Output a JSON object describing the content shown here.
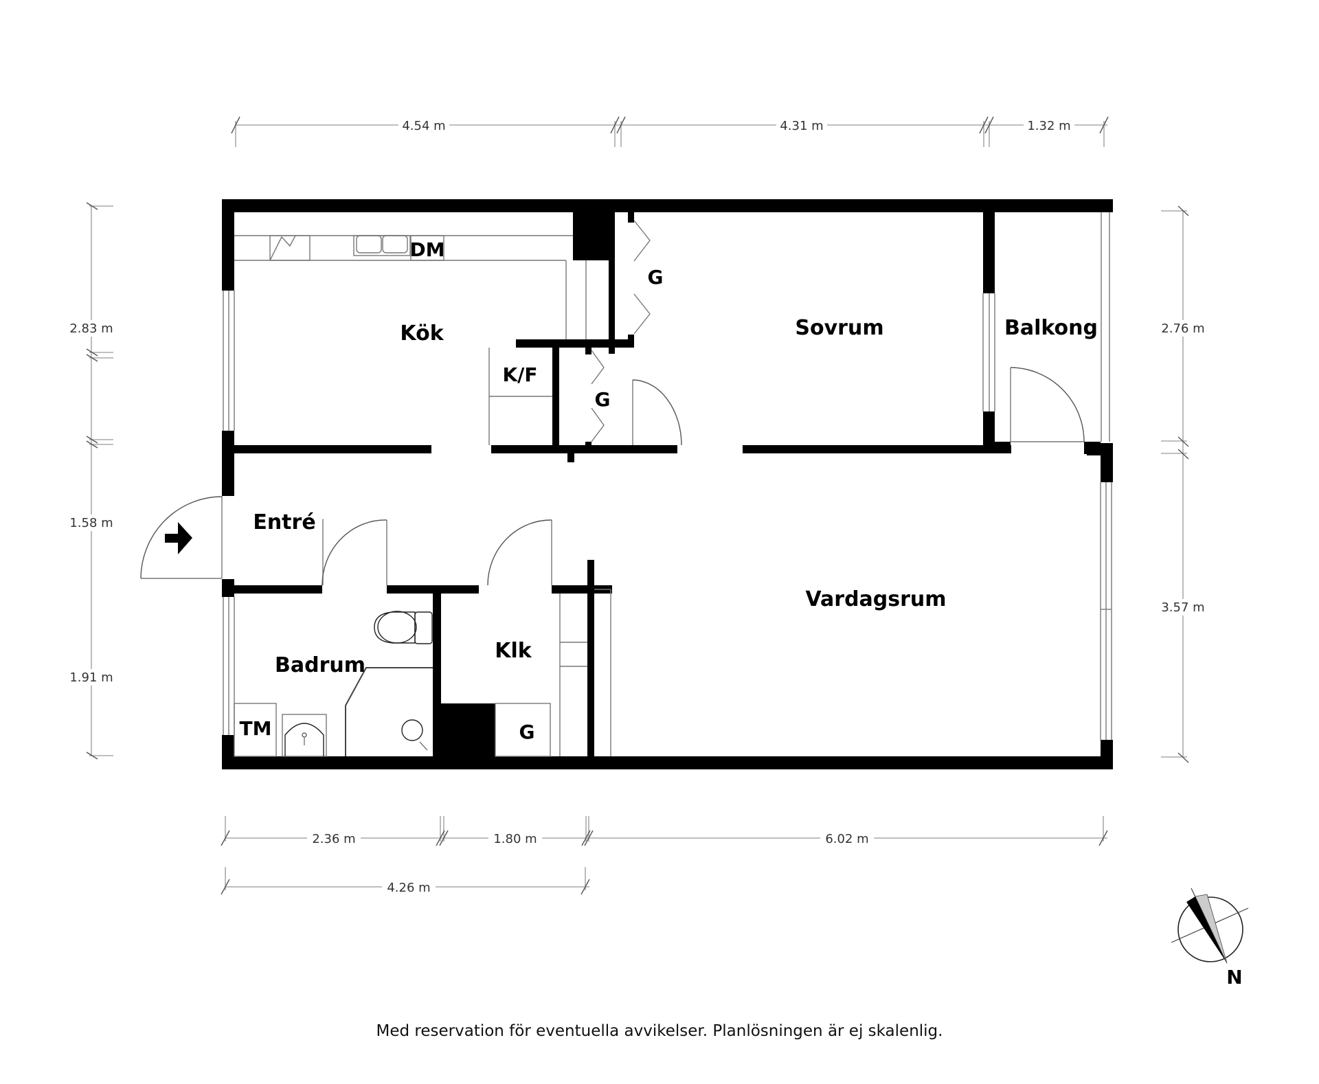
{
  "floorplan": {
    "rooms": {
      "kok": "Kök",
      "sovrum": "Sovrum",
      "balkong": "Balkong",
      "entre": "Entré",
      "vardagsrum": "Vardagsrum",
      "badrum": "Badrum",
      "klk": "Klk",
      "garderob_kitchen_top": "G",
      "garderob_kitchen_mid": "G",
      "garderob_klk": "G",
      "kyl_frys": "K/F",
      "diskmaskin": "DM",
      "tvattmaskin": "TM"
    },
    "dimensions": {
      "top": [
        "4.54 m",
        "4.31 m",
        "1.32 m"
      ],
      "bottom": [
        "2.36 m",
        "1.80 m",
        "6.02 m"
      ],
      "bottom_total": "4.26 m",
      "left": [
        "2.83 m",
        "1.58 m",
        "1.91 m"
      ],
      "right": [
        "2.76 m",
        "3.57 m"
      ]
    },
    "compass": {
      "label": "N"
    },
    "icons": {
      "entrance": "entrance-arrow-icon",
      "compass": "north-compass-icon"
    },
    "disclaimer": "Med reservation för eventuella avvikelser. Planlösningen är ej skalenlig."
  }
}
